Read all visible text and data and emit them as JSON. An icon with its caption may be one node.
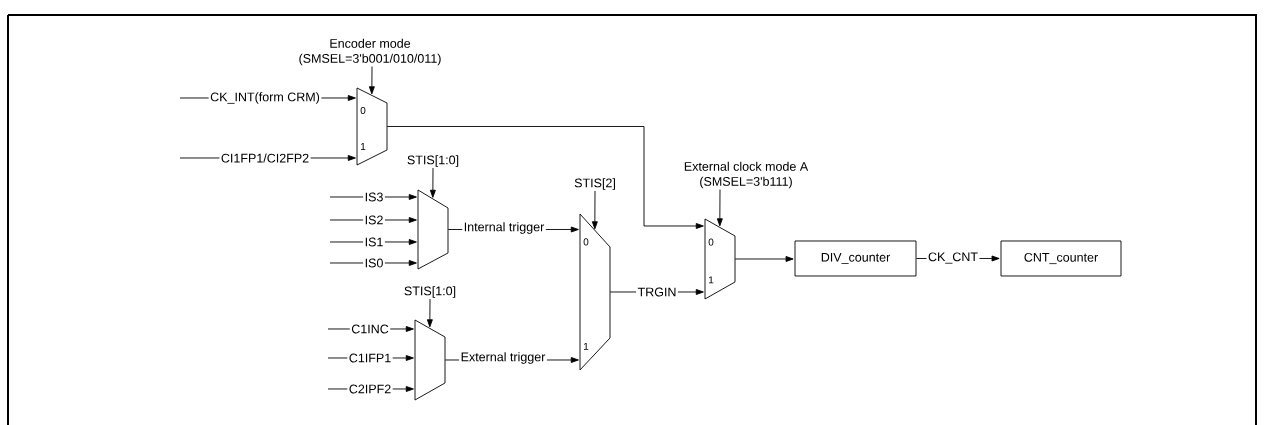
{
  "diagram": {
    "nodes": [
      {
        "text": [
          "0",
          "1"
        ]
      },
      {
        "text": [
          "Encoder mode",
          "(SMSEL=3'b001/010/011)"
        ]
      },
      {
        "text": [],
        "shape": "trapezoid"
      },
      {
        "text": [
          "STIS[1:0]"
        ]
      },
      {
        "text": [],
        "shape": "trapezoid"
      },
      {
        "text": [
          "STIS[1:0]"
        ]
      },
      {
        "text": [
          "0",
          "1"
        ]
      },
      {
        "text": [
          "STIS[2]"
        ]
      },
      {
        "text": [
          "0",
          "1"
        ]
      },
      {
        "text": [
          "External clock mode A",
          "(SMSEL=3'b111)"
        ]
      },
      {
        "text": [
          "DIV_counter"
        ]
      },
      {
        "text": [
          "CNT_counter"
        ]
      }
    ],
    "edges": [
      {
        "from": null,
        "to": 0,
        "arrow": "to",
        "label": "CK_INT(form CRM)"
      },
      {
        "from": null,
        "to": 0,
        "arrow": "to",
        "label": "CI1FP1/CI2FP2"
      },
      {
        "from": 1,
        "to": 0,
        "arrow": "to"
      },
      {
        "from": null,
        "to": 2,
        "arrow": "to",
        "label": "IS3"
      },
      {
        "from": null,
        "to": 2,
        "arrow": "to",
        "label": "IS2"
      },
      {
        "from": null,
        "to": 2,
        "arrow": "to",
        "label": "IS1"
      },
      {
        "from": null,
        "to": 2,
        "arrow": "to",
        "label": "IS0"
      },
      {
        "from": 3,
        "to": 2,
        "arrow": "to"
      },
      {
        "from": null,
        "to": 4,
        "arrow": "to",
        "label": "C1INC"
      },
      {
        "from": null,
        "to": 4,
        "arrow": "to",
        "label": "C1IFP1"
      },
      {
        "from": null,
        "to": 4,
        "arrow": "to",
        "label": "C2IPF2"
      },
      {
        "from": 5,
        "to": 4,
        "arrow": "to"
      },
      {
        "from": 2,
        "to": 6,
        "arrow": "to",
        "label": "Internal trigger"
      },
      {
        "from": 4,
        "to": 6,
        "arrow": "to",
        "label": "External trigger"
      },
      {
        "from": 7,
        "to": 6,
        "arrow": "to"
      },
      {
        "from": 0,
        "to": 8,
        "arrow": "to"
      },
      {
        "from": 6,
        "to": 8,
        "arrow": "to",
        "label": "TRGIN"
      },
      {
        "from": 9,
        "to": 8,
        "arrow": "to"
      },
      {
        "from": 8,
        "to": 10,
        "arrow": "to"
      },
      {
        "from": 10,
        "to": 11,
        "arrow": "to",
        "label": "CK_CNT"
      }
    ]
  }
}
